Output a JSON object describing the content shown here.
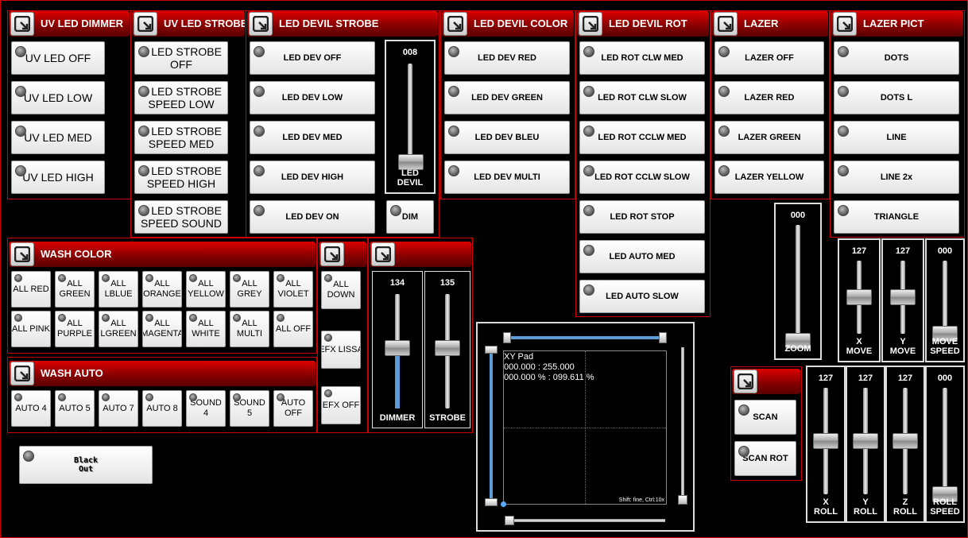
{
  "panels": {
    "uv_dimmer": {
      "title": "UV LED DIMMER",
      "buttons": [
        "UV LED OFF",
        "UV LED LOW",
        "UV LED MED",
        "UV LED HIGH"
      ]
    },
    "uv_strobe": {
      "title": "UV LED STROBE",
      "buttons": [
        "V LED STROBE\nOFF",
        "V LED STROBE\nSPEED LOW",
        "V LED STROBE\nSPEED MED",
        "V LED STROBE\nSPEED HIGH",
        "V LED STROBE\nSPEED SOUND"
      ]
    },
    "devil_strobe": {
      "title": "LED DEVIL STROBE",
      "buttons": [
        "LED DEV OFF",
        "LED DEV LOW",
        "LED DEV MED",
        "LED DEV HIGH",
        "LED DEV ON"
      ],
      "slider_value": "008",
      "slider_label": "LED\nDEVIL",
      "slider_level": 0.03,
      "dim_label": "DIM"
    },
    "devil_color": {
      "title": "LED DEVIL COLOR",
      "buttons": [
        "LED DEV RED",
        "LED DEV GREEN",
        "LED DEV BLEU",
        "LED DEV MULTI"
      ]
    },
    "devil_rot": {
      "title": "LED DEVIL ROT",
      "buttons": [
        "LED ROT CLW MED",
        "LED ROT CLW SLOW",
        "LED ROT CCLW MED",
        "LED ROT CCLW SLOW",
        "LED ROT STOP",
        "LED AUTO MED",
        "LED AUTO SLOW"
      ]
    },
    "lazer": {
      "title": "LAZER",
      "buttons": [
        "LAZER OFF",
        "LAZER RED",
        "LAZER GREEN",
        "LAZER YELLOW"
      ]
    },
    "lazer_pict": {
      "title": "LAZER PICT",
      "buttons": [
        "DOTS",
        "DOTS L",
        "LINE",
        "LINE 2x",
        "TRIANGLE"
      ]
    },
    "wash_color": {
      "title": "WASH COLOR",
      "buttons": [
        "ALL RED",
        "ALL\nGREEN",
        "ALL LBLUE",
        "ALL\nORANGE",
        "ALL\nYELLOW",
        "ALL GREY",
        "ALL\nVIOLET",
        "ALL PINK",
        "ALL\nPURPLE",
        "ALL\nLGREEN",
        "ALL\nMAGENTA",
        "ALL\nWHITE",
        "ALL MULTI",
        "ALL OFF"
      ]
    },
    "wash_auto": {
      "title": "WASH AUTO",
      "buttons": [
        "AUTO 4",
        "AUTO 5",
        "AUTO 7",
        "AUTO 8",
        "SOUND 4",
        "SOUND 5",
        "AUTO\nOFF"
      ]
    },
    "efx": {
      "buttons": [
        "ALL\nDOWN",
        "EFX LISSA",
        "EFX OFF"
      ]
    },
    "scan": {
      "buttons": [
        "SCAN",
        "SCAN ROT"
      ]
    }
  },
  "blackout": {
    "label": "Black\nOut"
  },
  "sliders": [
    {
      "id": "dimmer",
      "value": "134",
      "label": "DIMMER",
      "level": 0.525,
      "fill": true
    },
    {
      "id": "strobe",
      "value": "135",
      "label": "STROBE",
      "level": 0.53
    },
    {
      "id": "zoom",
      "value": "000",
      "label": "ZOOM",
      "level": 0
    },
    {
      "id": "xmove",
      "value": "127",
      "label": "X\nMOVE",
      "level": 0.5
    },
    {
      "id": "ymove",
      "value": "127",
      "label": "Y\nMOVE",
      "level": 0.5
    },
    {
      "id": "movespeed",
      "value": "000",
      "label": "MOVE\nSPEED",
      "level": 0
    },
    {
      "id": "xroll",
      "value": "127",
      "label": "X\nROLL",
      "level": 0.5
    },
    {
      "id": "yroll",
      "value": "127",
      "label": "Y\nROLL",
      "level": 0.5
    },
    {
      "id": "zroll",
      "value": "127",
      "label": "Z\nROLL",
      "level": 0.5
    },
    {
      "id": "rollspeed",
      "value": "000",
      "label": "ROLL\nSPEED",
      "level": 0
    }
  ],
  "xypad": {
    "title": "XY Pad",
    "line1": "000.000 : 255.000",
    "line2": "000.000 % : 099.611 %",
    "hint": "Shift: fine, Ctrl:10x"
  },
  "colors": {
    "accent": "#cc0000",
    "header": "#b00000",
    "fill": "#5a9bd8"
  }
}
